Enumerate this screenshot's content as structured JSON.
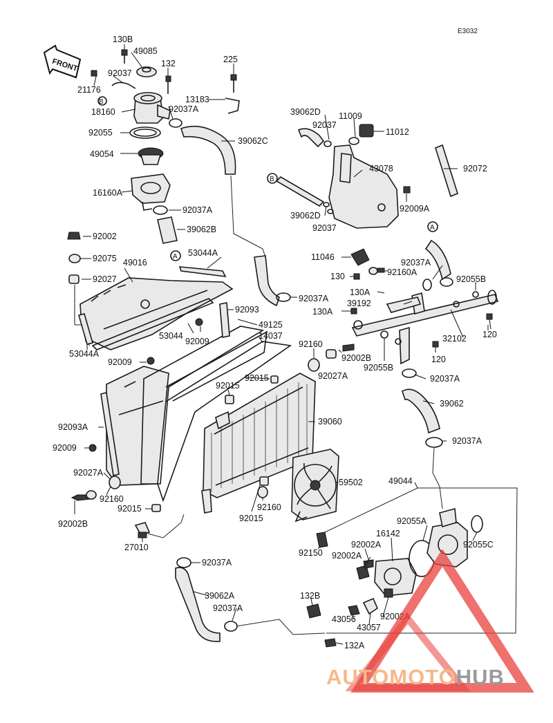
{
  "diagram": {
    "code": "E3032",
    "front_label": "FRONT",
    "marker_a": "A",
    "marker_b": "B",
    "labels": {
      "p13_08": "130B",
      "p49085": "49085",
      "p132": "132",
      "p225": "225",
      "p92037_top": "92037",
      "p21176": "21176",
      "p18160": "18160",
      "p92037a_1": "92037A",
      "p13183": "13183",
      "p92055": "92055",
      "p39062c": "39062C",
      "p49054": "49054",
      "p16160a": "16160A",
      "p92037a_2": "92037A",
      "p39062b": "39062B",
      "p39062d_1": "39062D",
      "p92037_res": "92037",
      "p11009": "11009",
      "p11012": "11012",
      "p43078": "43078",
      "p92072": "92072",
      "p39062d_2": "39062D",
      "p92037_res2": "92037",
      "p92009a": "92009A",
      "p92002": "92002",
      "p92075": "92075",
      "p49016": "49016",
      "p53044a_top": "53044A",
      "p92027": "92027",
      "p11046": "11046",
      "p92037a_3": "92037A",
      "p130": "130",
      "p92160a": "92160A",
      "p92055b_1": "92055B",
      "p92037a_4": "92037A",
      "p130a_1": "130A",
      "p39192": "39192",
      "p130a_2": "130A",
      "p92093": "92093",
      "p49125": "49125",
      "p14037": "14037",
      "p53044": "53044",
      "p92009_1": "92009",
      "p120_1": "120",
      "p32102": "32102",
      "p53044a": "53044A",
      "p92160_1": "92160",
      "p92002b_1": "92002B",
      "p120_2": "120",
      "p92009_2": "92009",
      "p92027a_1": "92027A",
      "p92055b_2": "92055B",
      "p92015_1": "92015",
      "p92015_2": "92015",
      "p92037a_5": "92037A",
      "p39062": "39062",
      "p92093a": "92093A",
      "p39060": "39060",
      "p92037a_6": "92037A",
      "p92009_3": "92009",
      "p92027a_2": "92027A",
      "p59502": "59502",
      "p49044": "49044",
      "p92160_2": "92160",
      "p92160_3": "92160",
      "p92002b_2": "92002B",
      "p92015_3": "92015",
      "p92015_4": "92015",
      "p92055a": "92055A",
      "p27010": "27010",
      "p92150": "92150",
      "p16142": "16142",
      "p92002a_1": "92002A",
      "p92002a_2": "92002A",
      "p92055c": "92055C",
      "p92037a_7": "92037A",
      "p39062a": "39062A",
      "p132b": "132B",
      "p92037a_8": "92037A",
      "p92002a_3": "92002A",
      "p43056": "43056",
      "p43057": "43057",
      "p132a": "132A"
    }
  },
  "watermark": {
    "brand_a": "AUTOMOTO",
    "brand_b": "HUB",
    "color_a": "#f5b98a",
    "color_b": "#9a9a9a",
    "triangle_color": "#e8423c"
  }
}
